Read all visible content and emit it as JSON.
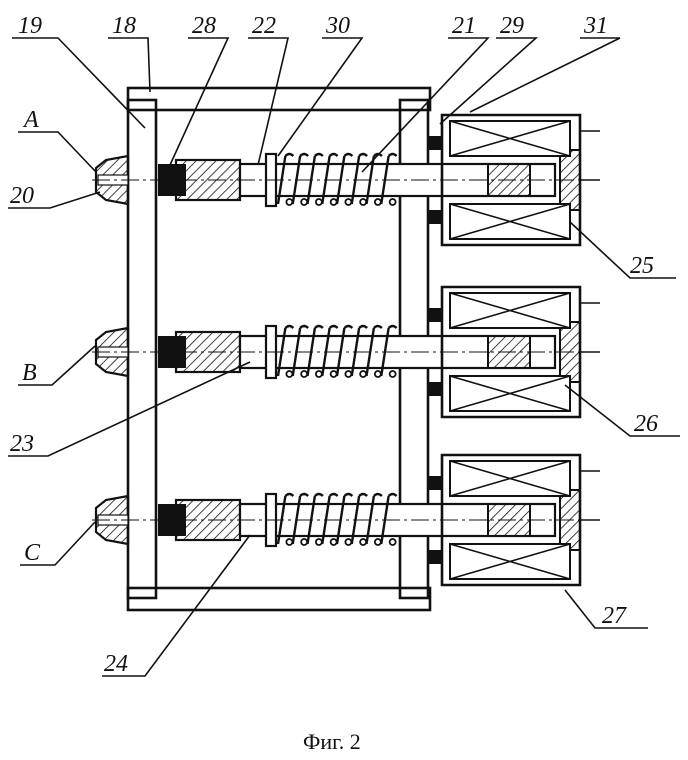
{
  "figure": {
    "caption": "Фиг. 2",
    "labels": {
      "l19": "19",
      "l18": "18",
      "l28": "28",
      "l22": "22",
      "l30": "30",
      "l21": "21",
      "l29": "29",
      "l31": "31",
      "lA": "A",
      "l20": "20",
      "l25": "25",
      "lB": "B",
      "l26": "26",
      "l23": "23",
      "lC": "C",
      "l27": "27",
      "l24": "24"
    },
    "colors": {
      "ink": "#111111",
      "paper": "#ffffff"
    }
  }
}
